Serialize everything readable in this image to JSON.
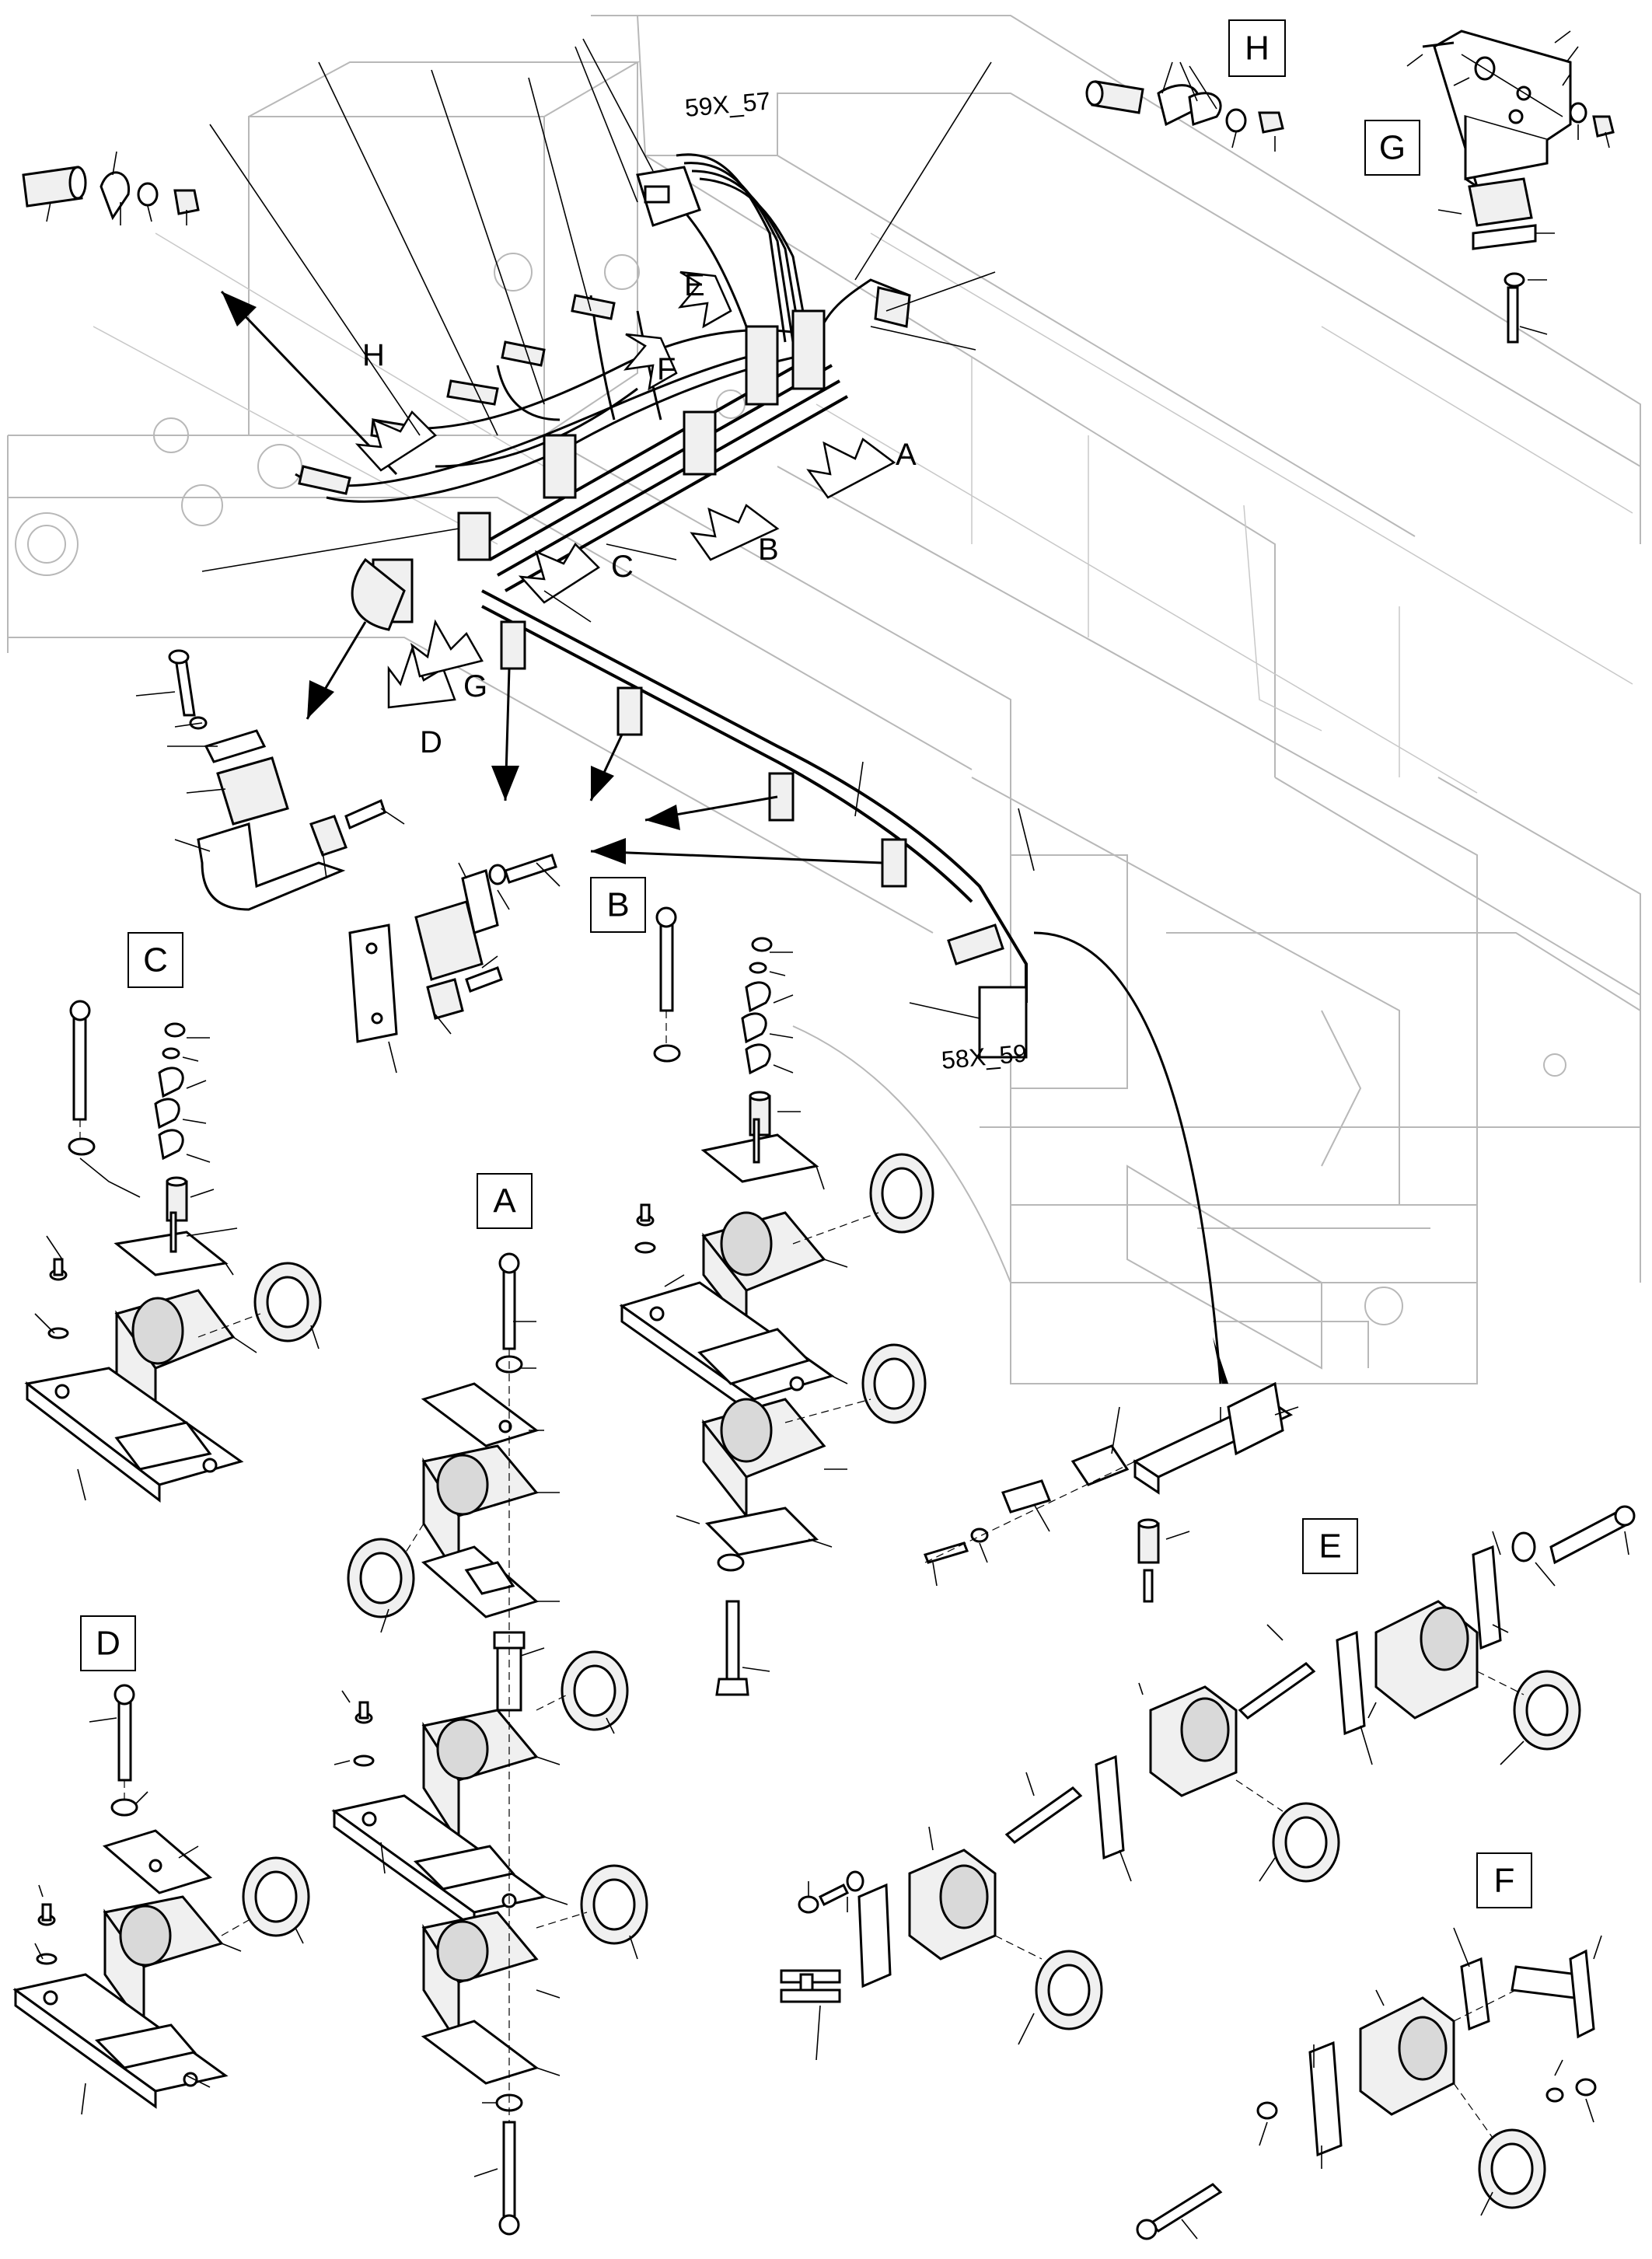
{
  "detail_labels": {
    "H": "H",
    "G": "G",
    "C": "C",
    "B": "B",
    "A": "A",
    "D": "D",
    "E": "E",
    "F": "F"
  },
  "view_arrow_labels": {
    "A": "A",
    "B": "B",
    "C": "C",
    "D": "D",
    "E": "E",
    "F": "F",
    "G": "G",
    "H": "H"
  },
  "connector_labels": {
    "top": "59X_57",
    "bottom": "58X_59"
  }
}
